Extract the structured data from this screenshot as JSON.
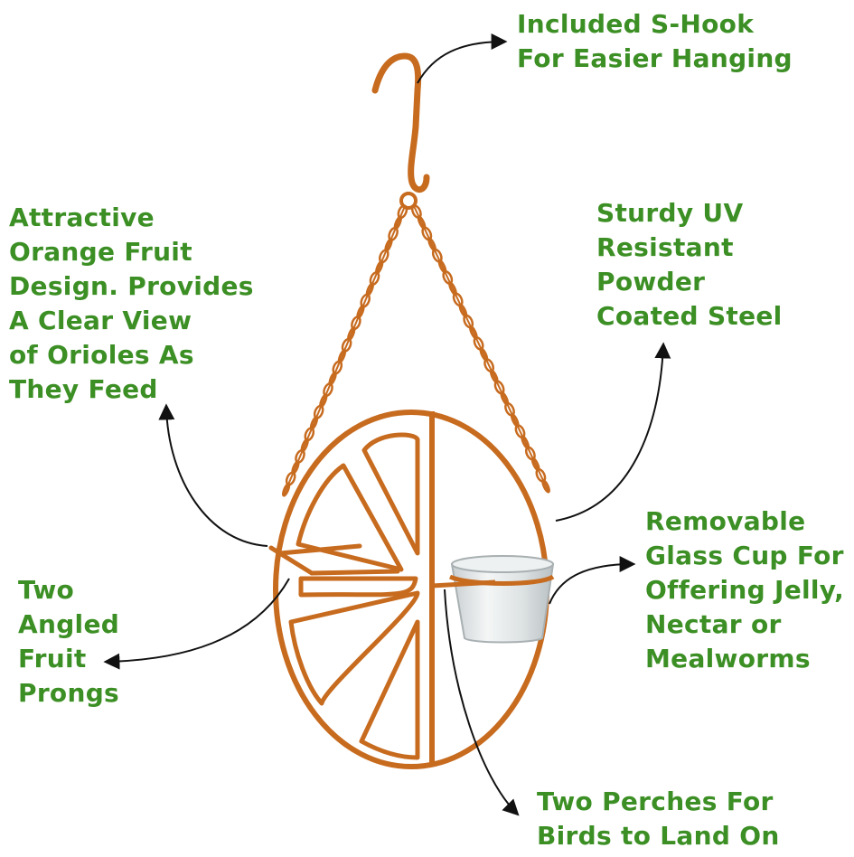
{
  "colors": {
    "label_text": "#3c8f24",
    "feeder_metal": "#c76b1f",
    "arrow": "#111111",
    "glass": "#dfe3e4"
  },
  "callouts": {
    "s_hook": {
      "lines": [
        "Included S-Hook",
        "For Easier Hanging"
      ]
    },
    "fruit_design": {
      "lines": [
        "Attractive",
        "Orange Fruit",
        "Design. Provides",
        "A Clear View",
        "of Orioles As",
        "They Feed"
      ]
    },
    "steel": {
      "lines": [
        "Sturdy UV",
        "Resistant",
        "Powder",
        "Coated Steel"
      ]
    },
    "glass_cup": {
      "lines": [
        "Removable",
        "Glass Cup For",
        "Offering Jelly,",
        "Nectar or",
        "Mealworms"
      ]
    },
    "prongs": {
      "lines": [
        "Two",
        "Angled",
        "Fruit",
        "Prongs"
      ]
    },
    "perches": {
      "lines": [
        "Two Perches For",
        "Birds to Land On"
      ]
    }
  }
}
